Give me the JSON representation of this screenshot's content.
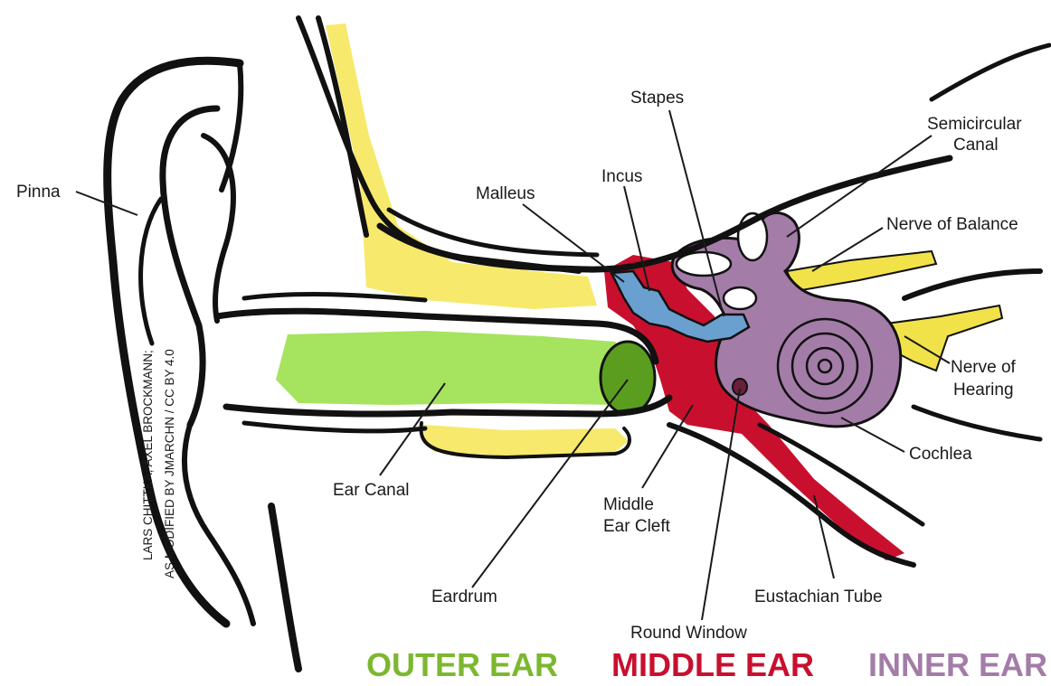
{
  "colors": {
    "outer_ear": "#7cb82f",
    "middle_ear": "#c8102e",
    "inner_ear": "#a47ca8",
    "canal_fill": "#a6e35f",
    "eardrum_fill": "#5b9e1f",
    "bone_yellow": "#f7e96b",
    "ossicles_blue": "#6aa0cf",
    "nerve_yellow": "#f2e24a"
  },
  "labels": {
    "pinna": "Pinna",
    "malleus": "Malleus",
    "incus": "Incus",
    "stapes": "Stapes",
    "semicircular_1": "Semicircular",
    "semicircular_2": "Canal",
    "nerve_balance": "Nerve of Balance",
    "nerve_hearing_1": "Nerve of",
    "nerve_hearing_2": "Hearing",
    "cochlea": "Cochlea",
    "ear_canal": "Ear Canal",
    "middle_cleft_1": "Middle",
    "middle_cleft_2": "Ear Cleft",
    "eardrum": "Eardrum",
    "eustachian": "Eustachian Tube",
    "round_window": "Round Window"
  },
  "sections": {
    "outer": "OUTER EAR",
    "middle": "MIDDLE EAR",
    "inner": "INNER EAR"
  },
  "credit": {
    "line1": "LARS CHITTKA; AXEL BROCKMANN;",
    "line2": "AS MODIFIED BY JMARCHN / CC BY 4.0"
  }
}
